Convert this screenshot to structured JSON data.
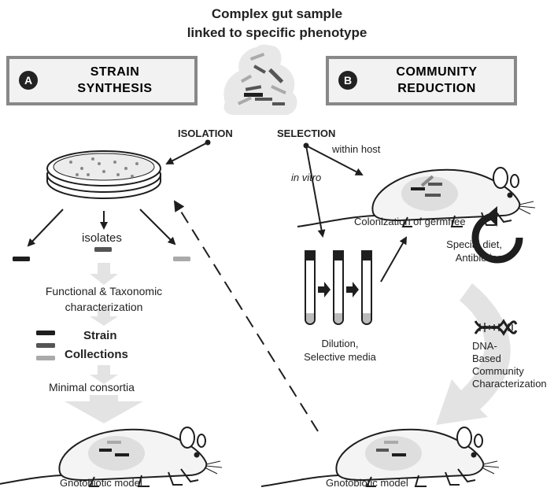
{
  "title": {
    "line1": "Complex gut sample",
    "line2": "linked to specific phenotype"
  },
  "panel_a": {
    "badge": "A",
    "title_line1": "STRAIN",
    "title_line2": "SYNTHESIS"
  },
  "panel_b": {
    "badge": "B",
    "title_line1": "COMMUNITY",
    "title_line2": "REDUCTION"
  },
  "labels": {
    "isolation": "ISOLATION",
    "selection": "SELECTION",
    "within_host": "within host",
    "in_vitro": "in vitro",
    "isolates": "isolates",
    "functional_line1": "Functional & Taxonomic",
    "functional_line2": "characterization",
    "strain": "Strain",
    "collections": "Collections",
    "minimal_consortia": "Minimal consortia",
    "gnotobiotic_left": "Gnotobiotic model",
    "gnotobiotic_right": "Gnotobiotic model",
    "colonization": "Colonization of germfree",
    "special_diet": "Special diet,",
    "antibiotics": "Antibiotics",
    "dilution": "Dilution,",
    "selective_media": "Selective media",
    "dna_line1": "DNA-",
    "dna_line2": "Based",
    "dna_line3": "Community",
    "dna_line4": "Characterization"
  },
  "colors": {
    "dark": "#1e1e1e",
    "mid": "#555555",
    "light": "#aaaaaa",
    "box_border": "#888888",
    "box_fill": "#f2f2f2",
    "arrow_fill": "#e3e3e3"
  },
  "icons": [
    "stool-sample-icon",
    "petri-dish-icon",
    "mouse-icon",
    "test-tube-icon",
    "dna-icon",
    "circular-arrow-icon"
  ]
}
